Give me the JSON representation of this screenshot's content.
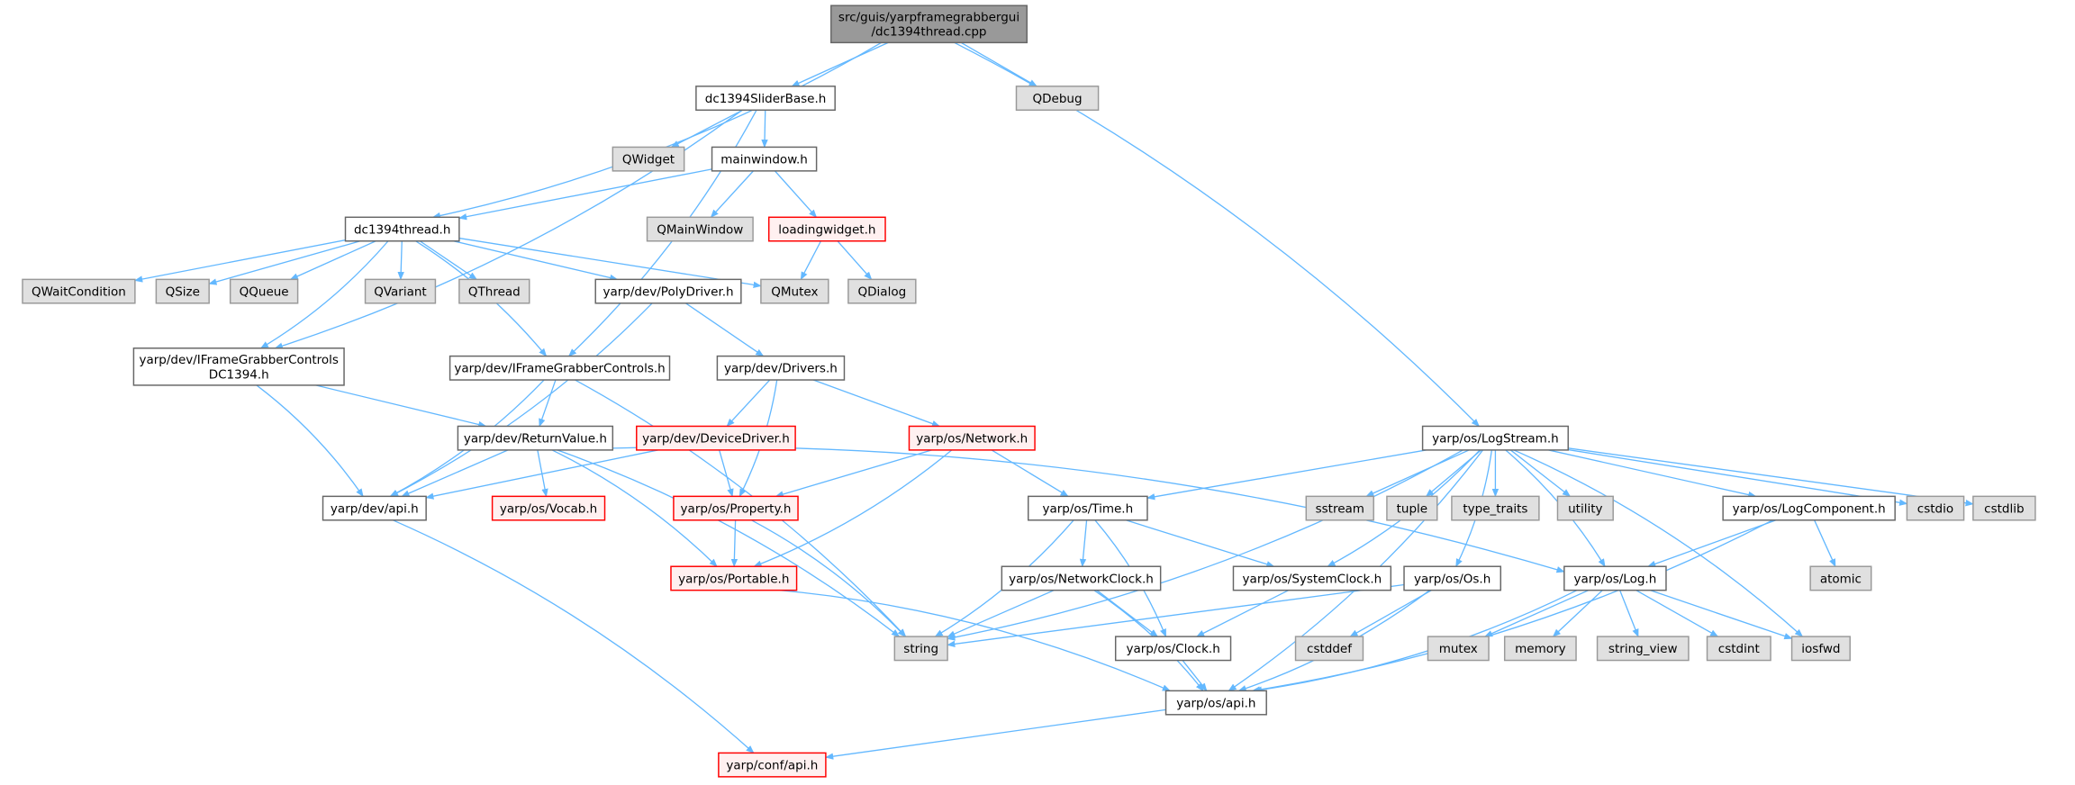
{
  "colors": {
    "edge": "#63b8ff",
    "root_fill": "#999999",
    "root_stroke": "#666666",
    "normal_fill": "#ffffff",
    "normal_stroke": "#666666",
    "external_fill": "#e0e0e0",
    "external_stroke": "#999999",
    "incomplete_fill": "#fff0f0",
    "incomplete_stroke": "#ff0000"
  },
  "nodes": [
    {
      "id": "root",
      "label_lines": [
        "src/guis/yarpframegrabbergui",
        "/dc1394thread.cpp"
      ],
      "style": "root"
    },
    {
      "id": "sliderbase",
      "label_lines": [
        "dc1394SliderBase.h"
      ],
      "style": "normal"
    },
    {
      "id": "qdebug",
      "label_lines": [
        "QDebug"
      ],
      "style": "external"
    },
    {
      "id": "qwidget",
      "label_lines": [
        "QWidget"
      ],
      "style": "external"
    },
    {
      "id": "mainwindow",
      "label_lines": [
        "mainwindow.h"
      ],
      "style": "normal"
    },
    {
      "id": "thread",
      "label_lines": [
        "dc1394thread.h"
      ],
      "style": "normal"
    },
    {
      "id": "qmainwindow",
      "label_lines": [
        "QMainWindow"
      ],
      "style": "external"
    },
    {
      "id": "loadingwidget",
      "label_lines": [
        "loadingwidget.h"
      ],
      "style": "incomplete"
    },
    {
      "id": "qwaitcondition",
      "label_lines": [
        "QWaitCondition"
      ],
      "style": "external"
    },
    {
      "id": "qsize",
      "label_lines": [
        "QSize"
      ],
      "style": "external"
    },
    {
      "id": "qqueue",
      "label_lines": [
        "QQueue"
      ],
      "style": "external"
    },
    {
      "id": "qvariant",
      "label_lines": [
        "QVariant"
      ],
      "style": "external"
    },
    {
      "id": "qthread",
      "label_lines": [
        "QThread"
      ],
      "style": "external"
    },
    {
      "id": "polydriver",
      "label_lines": [
        "yarp/dev/PolyDriver.h"
      ],
      "style": "normal"
    },
    {
      "id": "qmutex",
      "label_lines": [
        "QMutex"
      ],
      "style": "external"
    },
    {
      "id": "qdialog",
      "label_lines": [
        "QDialog"
      ],
      "style": "external"
    },
    {
      "id": "ifgcdc",
      "label_lines": [
        "yarp/dev/IFrameGrabberControls",
        "DC1394.h"
      ],
      "style": "normal"
    },
    {
      "id": "ifgc",
      "label_lines": [
        "yarp/dev/IFrameGrabberControls.h"
      ],
      "style": "normal"
    },
    {
      "id": "drivers",
      "label_lines": [
        "yarp/dev/Drivers.h"
      ],
      "style": "normal"
    },
    {
      "id": "returnvalue",
      "label_lines": [
        "yarp/dev/ReturnValue.h"
      ],
      "style": "normal"
    },
    {
      "id": "devicedriver",
      "label_lines": [
        "yarp/dev/DeviceDriver.h"
      ],
      "style": "incomplete"
    },
    {
      "id": "network",
      "label_lines": [
        "yarp/os/Network.h"
      ],
      "style": "incomplete"
    },
    {
      "id": "logstream",
      "label_lines": [
        "yarp/os/LogStream.h"
      ],
      "style": "normal"
    },
    {
      "id": "devapi",
      "label_lines": [
        "yarp/dev/api.h"
      ],
      "style": "normal"
    },
    {
      "id": "vocab",
      "label_lines": [
        "yarp/os/Vocab.h"
      ],
      "style": "incomplete"
    },
    {
      "id": "property",
      "label_lines": [
        "yarp/os/Property.h"
      ],
      "style": "incomplete"
    },
    {
      "id": "time",
      "label_lines": [
        "yarp/os/Time.h"
      ],
      "style": "normal"
    },
    {
      "id": "sstream",
      "label_lines": [
        "sstream"
      ],
      "style": "external"
    },
    {
      "id": "tuple",
      "label_lines": [
        "tuple"
      ],
      "style": "external"
    },
    {
      "id": "type_traits",
      "label_lines": [
        "type_traits"
      ],
      "style": "external"
    },
    {
      "id": "utility",
      "label_lines": [
        "utility"
      ],
      "style": "external"
    },
    {
      "id": "logcomponent",
      "label_lines": [
        "yarp/os/LogComponent.h"
      ],
      "style": "normal"
    },
    {
      "id": "cstdio",
      "label_lines": [
        "cstdio"
      ],
      "style": "external"
    },
    {
      "id": "cstdlib",
      "label_lines": [
        "cstdlib"
      ],
      "style": "external"
    },
    {
      "id": "portable",
      "label_lines": [
        "yarp/os/Portable.h"
      ],
      "style": "incomplete"
    },
    {
      "id": "networkclock",
      "label_lines": [
        "yarp/os/NetworkClock.h"
      ],
      "style": "normal"
    },
    {
      "id": "systemclock",
      "label_lines": [
        "yarp/os/SystemClock.h"
      ],
      "style": "normal"
    },
    {
      "id": "os",
      "label_lines": [
        "yarp/os/Os.h"
      ],
      "style": "normal"
    },
    {
      "id": "log",
      "label_lines": [
        "yarp/os/Log.h"
      ],
      "style": "normal"
    },
    {
      "id": "atomic",
      "label_lines": [
        "atomic"
      ],
      "style": "external"
    },
    {
      "id": "string",
      "label_lines": [
        "string"
      ],
      "style": "external"
    },
    {
      "id": "cstddef",
      "label_lines": [
        "cstddef"
      ],
      "style": "external"
    },
    {
      "id": "clock",
      "label_lines": [
        "yarp/os/Clock.h"
      ],
      "style": "normal"
    },
    {
      "id": "mutex",
      "label_lines": [
        "mutex"
      ],
      "style": "external"
    },
    {
      "id": "memory",
      "label_lines": [
        "memory"
      ],
      "style": "external"
    },
    {
      "id": "string_view",
      "label_lines": [
        "string_view"
      ],
      "style": "external"
    },
    {
      "id": "cstdint",
      "label_lines": [
        "cstdint"
      ],
      "style": "external"
    },
    {
      "id": "iosfwd",
      "label_lines": [
        "iosfwd"
      ],
      "style": "external"
    },
    {
      "id": "osapi",
      "label_lines": [
        "yarp/os/api.h"
      ],
      "style": "normal"
    },
    {
      "id": "confapi",
      "label_lines": [
        "yarp/conf/api.h"
      ],
      "style": "incomplete"
    }
  ],
  "edges": [
    [
      "root",
      "sliderbase"
    ],
    [
      "root",
      "qdebug"
    ],
    [
      "root",
      "thread"
    ],
    [
      "root",
      "logstream"
    ],
    [
      "sliderbase",
      "qwidget"
    ],
    [
      "sliderbase",
      "mainwindow"
    ],
    [
      "sliderbase",
      "ifgcdc"
    ],
    [
      "sliderbase",
      "ifgc"
    ],
    [
      "mainwindow",
      "thread"
    ],
    [
      "mainwindow",
      "qmainwindow"
    ],
    [
      "mainwindow",
      "loadingwidget"
    ],
    [
      "loadingwidget",
      "qmutex"
    ],
    [
      "loadingwidget",
      "qdialog"
    ],
    [
      "thread",
      "qwaitcondition"
    ],
    [
      "thread",
      "qsize"
    ],
    [
      "thread",
      "qqueue"
    ],
    [
      "thread",
      "qvariant"
    ],
    [
      "thread",
      "qthread"
    ],
    [
      "thread",
      "polydriver"
    ],
    [
      "thread",
      "qmutex"
    ],
    [
      "thread",
      "ifgcdc"
    ],
    [
      "thread",
      "ifgc"
    ],
    [
      "polydriver",
      "devapi"
    ],
    [
      "polydriver",
      "drivers"
    ],
    [
      "ifgcdc",
      "devapi"
    ],
    [
      "ifgcdc",
      "returnvalue"
    ],
    [
      "ifgc",
      "devapi"
    ],
    [
      "ifgc",
      "returnvalue"
    ],
    [
      "ifgc",
      "string"
    ],
    [
      "drivers",
      "devicedriver"
    ],
    [
      "drivers",
      "property"
    ],
    [
      "drivers",
      "network"
    ],
    [
      "returnvalue",
      "devapi"
    ],
    [
      "returnvalue",
      "vocab"
    ],
    [
      "returnvalue",
      "portable"
    ],
    [
      "returnvalue",
      "string"
    ],
    [
      "returnvalue",
      "log"
    ],
    [
      "devicedriver",
      "devapi"
    ],
    [
      "devicedriver",
      "property"
    ],
    [
      "network",
      "property"
    ],
    [
      "network",
      "portable"
    ],
    [
      "network",
      "time"
    ],
    [
      "devapi",
      "confapi"
    ],
    [
      "property",
      "portable"
    ],
    [
      "property",
      "string"
    ],
    [
      "portable",
      "osapi"
    ],
    [
      "time",
      "string"
    ],
    [
      "time",
      "networkclock"
    ],
    [
      "time",
      "systemclock"
    ],
    [
      "time",
      "clock"
    ],
    [
      "networkclock",
      "string"
    ],
    [
      "networkclock",
      "clock"
    ],
    [
      "networkclock",
      "osapi"
    ],
    [
      "systemclock",
      "clock"
    ],
    [
      "os",
      "string"
    ],
    [
      "os",
      "cstddef"
    ],
    [
      "os",
      "osapi"
    ],
    [
      "clock",
      "osapi"
    ],
    [
      "logstream",
      "string"
    ],
    [
      "logstream",
      "time"
    ],
    [
      "logstream",
      "systemclock"
    ],
    [
      "logstream",
      "os"
    ],
    [
      "logstream",
      "sstream"
    ],
    [
      "logstream",
      "tuple"
    ],
    [
      "logstream",
      "type_traits"
    ],
    [
      "logstream",
      "utility"
    ],
    [
      "logstream",
      "log"
    ],
    [
      "logstream",
      "iosfwd"
    ],
    [
      "logstream",
      "logcomponent"
    ],
    [
      "logstream",
      "cstdio"
    ],
    [
      "logstream",
      "cstdlib"
    ],
    [
      "logstream",
      "osapi"
    ],
    [
      "logcomponent",
      "log"
    ],
    [
      "logcomponent",
      "atomic"
    ],
    [
      "logcomponent",
      "osapi"
    ],
    [
      "log",
      "osapi"
    ],
    [
      "log",
      "mutex"
    ],
    [
      "log",
      "memory"
    ],
    [
      "log",
      "string_view"
    ],
    [
      "log",
      "cstdint"
    ],
    [
      "log",
      "iosfwd"
    ],
    [
      "osapi",
      "confapi"
    ]
  ]
}
